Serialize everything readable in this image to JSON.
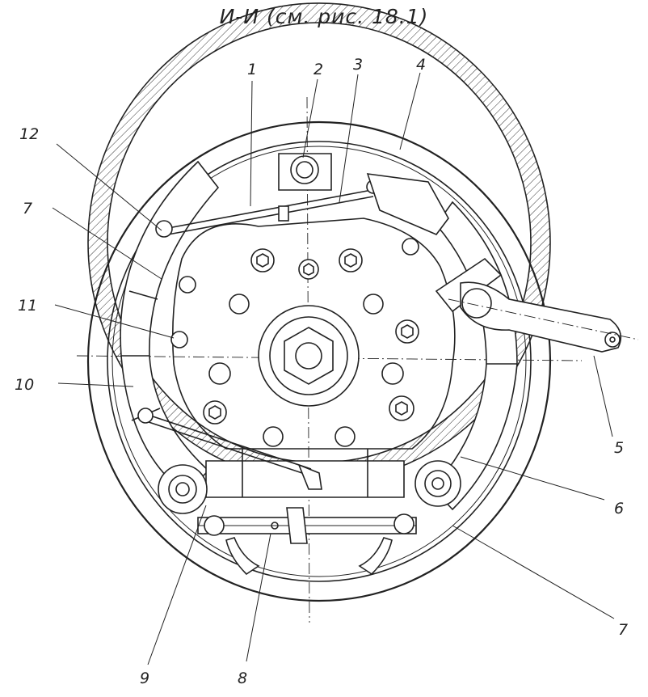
{
  "title": "И-И (см. рис. 18.1)",
  "callouts": {
    "c1": "1",
    "c2": "2",
    "c3": "3",
    "c4": "4",
    "c5": "5",
    "c6": "6",
    "c7_left": "7",
    "c7_right": "7",
    "c8": "8",
    "c9": "9",
    "c10": "10",
    "c11": "11",
    "c12": "12"
  }
}
